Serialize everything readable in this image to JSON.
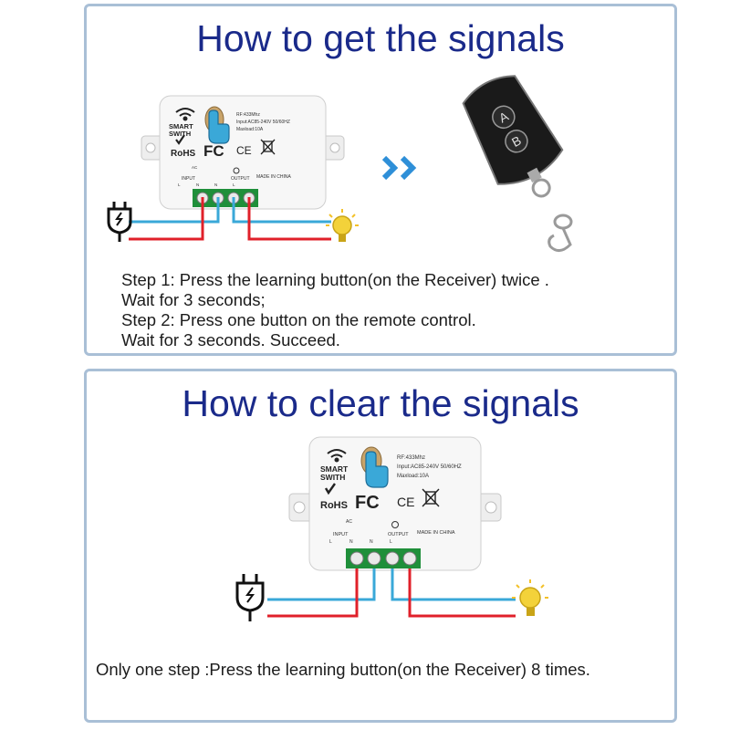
{
  "panel_get": {
    "title": "How to get the signals",
    "steps": [
      "Step 1: Press the learning button(on the Receiver) twice .",
      "Wait for 3 seconds;",
      "Step 2: Press one button on the remote control.",
      "Wait for 3 seconds. Succeed."
    ],
    "remote_buttons": [
      "A",
      "B"
    ]
  },
  "panel_clear": {
    "title": "How to clear the signals",
    "step": "Only one step :Press the learning button(on the Receiver) 8 times."
  },
  "receiver": {
    "brand_line1": "SMART",
    "brand_line2": "SWITH",
    "spec_rf": "RF:433Mhz",
    "spec_input": "Input:AC85-240V 50/60HZ",
    "spec_load": "Maxload:10A",
    "rohs": "RoHS",
    "fc": "FC",
    "ce": "CE",
    "made_in": "MADE IN CHINA",
    "ac": "AC",
    "input_label": "INPUT",
    "output_label": "OUTPUT",
    "terminals": [
      "L",
      "N",
      "N",
      "L"
    ]
  },
  "colors": {
    "title": "#1a2a8a",
    "panel_border": "#a9bfd6",
    "wire_live": "#e0202a",
    "wire_neutral": "#3aa8d8",
    "terminal_green": "#1f8f3a",
    "bulb_yellow": "#f3d23a",
    "arrow_blue": "#2e8fd8"
  },
  "icons": [
    "wifi-icon",
    "hand-press-icon",
    "plug-icon",
    "bulb-icon",
    "arrow-right-icon",
    "remote-control-icon",
    "rohs-check-icon",
    "weee-bin-icon"
  ]
}
